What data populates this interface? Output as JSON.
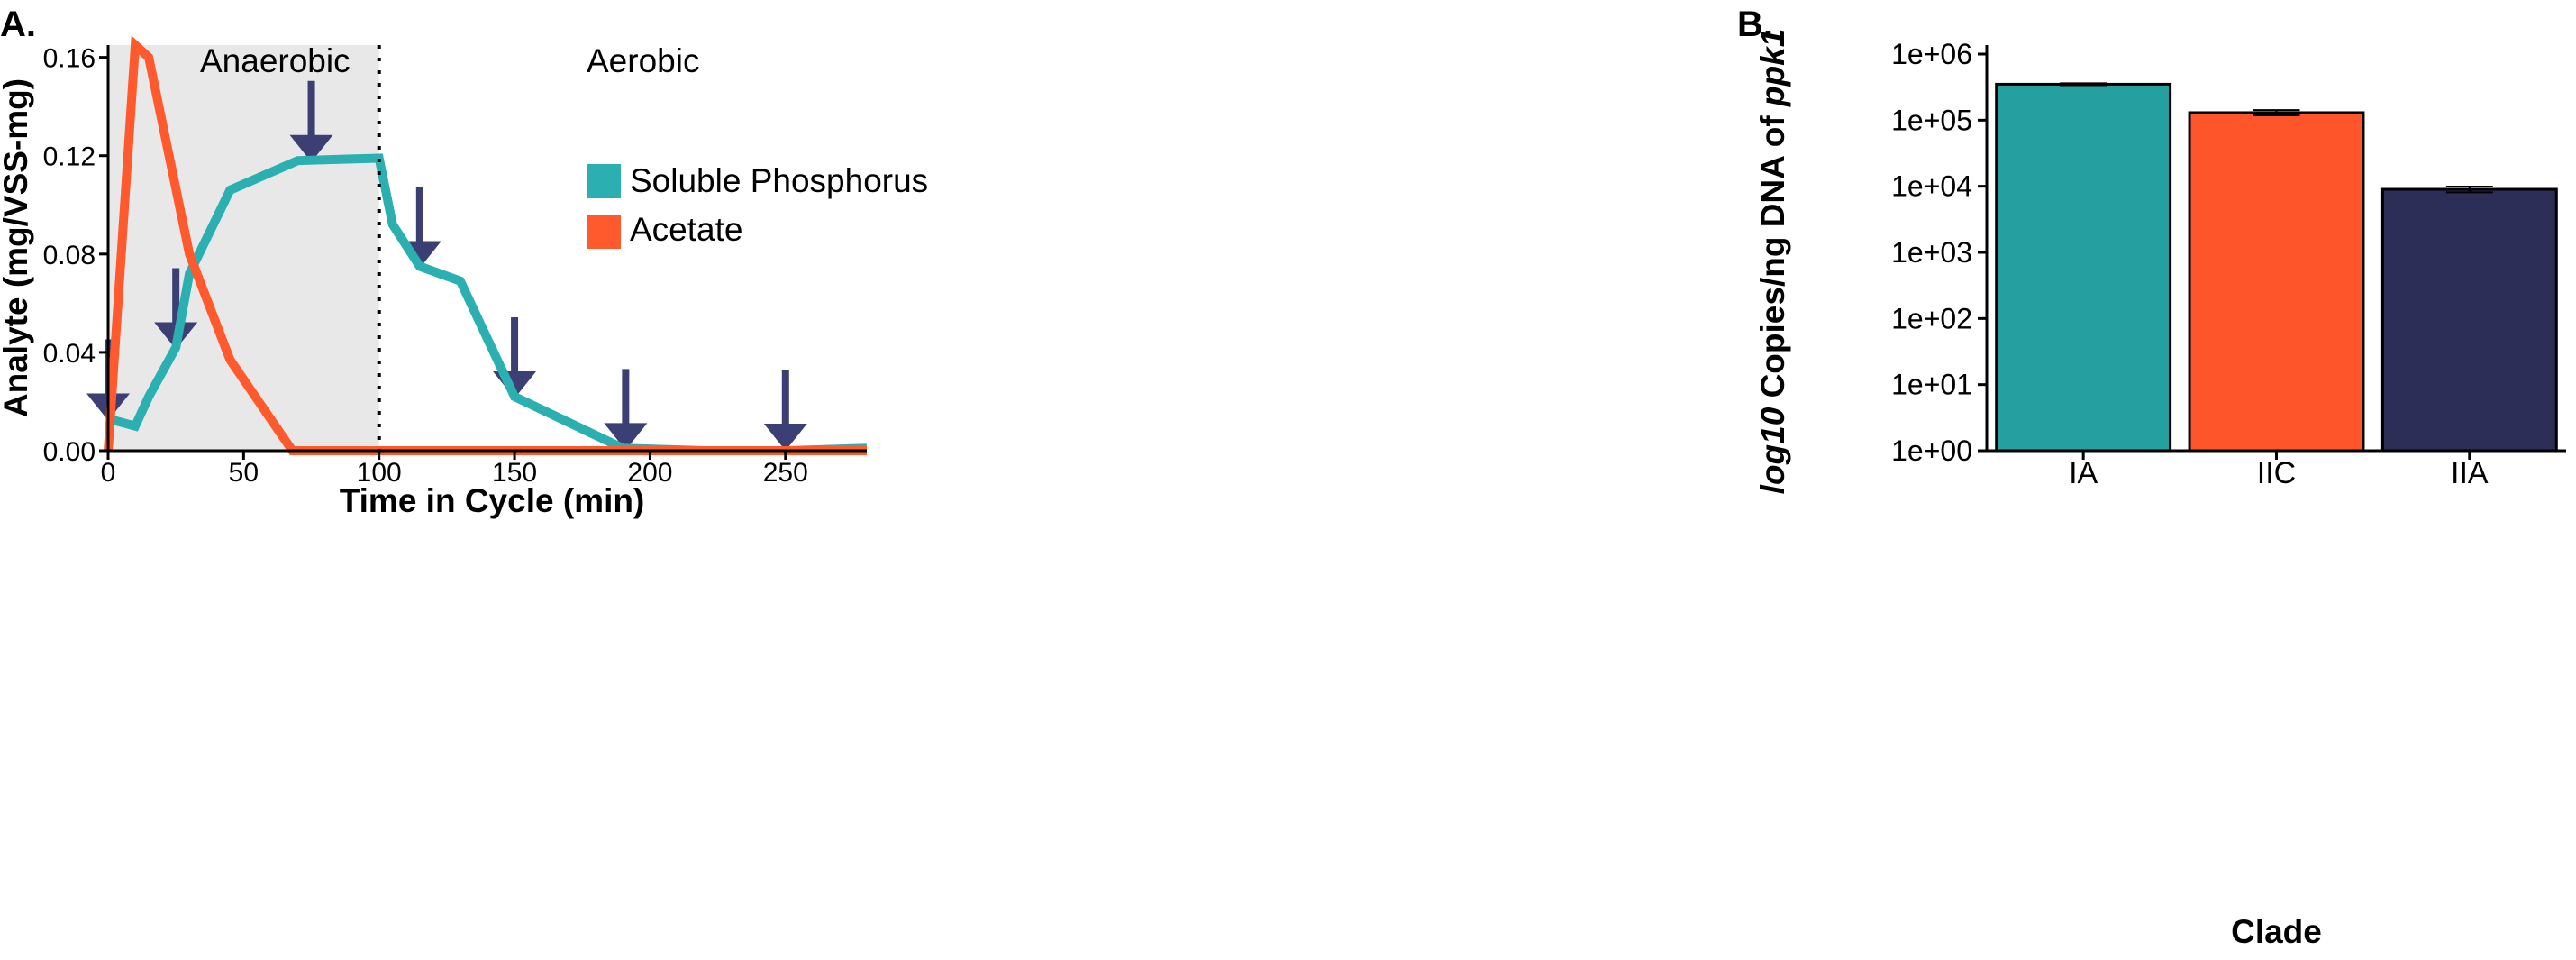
{
  "panels": {
    "a_label": "A.",
    "b_label": "B."
  },
  "colors": {
    "phosphorus": "#2BAFB0",
    "acetate": "#FF5A2D",
    "arrow": "#3B3F73",
    "shade": "#E8E8E8",
    "bar_IA": "#259FA0",
    "bar_IIC": "#FF552B",
    "bar_IIA": "#2C2E57"
  },
  "chart_data": [
    {
      "type": "line",
      "panel": "A.",
      "xlabel": "Time in Cycle (min)",
      "ylabel": "Analyte (mg/VSS-mg)",
      "xlim": [
        0,
        280
      ],
      "ylim": [
        0,
        0.165
      ],
      "xticks": [
        0,
        50,
        100,
        150,
        200,
        250
      ],
      "yticks": [
        0.0,
        0.04,
        0.08,
        0.12,
        0.16
      ],
      "ytick_labels": [
        "0.00",
        "0.04",
        "0.08",
        "0.12",
        "0.16"
      ],
      "grid": false,
      "legend_position": "center-right",
      "regions": [
        {
          "label": "Anaerobic",
          "x": [
            0,
            100
          ],
          "shaded": true
        },
        {
          "label": "Aerobic",
          "x": [
            100,
            280
          ],
          "shaded": false
        }
      ],
      "vline_x": 100,
      "series": [
        {
          "name": "Soluble Phosphorus",
          "x": [
            0,
            10,
            15,
            25,
            30,
            45,
            70,
            100,
            105,
            115,
            130,
            150,
            190,
            220,
            250,
            280
          ],
          "values": [
            0.013,
            0.01,
            0.022,
            0.042,
            0.072,
            0.106,
            0.118,
            0.119,
            0.092,
            0.075,
            0.069,
            0.022,
            0.001,
            0.0,
            0.0,
            0.001
          ]
        },
        {
          "name": "Acetate",
          "x": [
            0,
            10,
            15,
            30,
            45,
            68,
            100,
            280
          ],
          "values": [
            0.0,
            0.165,
            0.16,
            0.08,
            0.037,
            0.0,
            0.0,
            0.0
          ]
        }
      ],
      "sampling_arrows_x": [
        0,
        25,
        75,
        115,
        150,
        191,
        250
      ]
    },
    {
      "type": "bar",
      "panel": "B.",
      "xlabel": "Clade",
      "ylabel_prefix": "log10",
      "ylabel_mid": " Copies/ng DNA of ",
      "ylabel_suffix": "ppk1",
      "yscale": "log",
      "ylim": [
        1,
        1000000
      ],
      "yticks": [
        "1e+00",
        "1e+01",
        "1e+02",
        "1e+03",
        "1e+04",
        "1e+05",
        "1e+06"
      ],
      "categories": [
        "IA",
        "IIC",
        "IIA"
      ],
      "values": [
        350000,
        130000,
        9000
      ],
      "errors": [
        12000,
        12000,
        900
      ]
    }
  ]
}
